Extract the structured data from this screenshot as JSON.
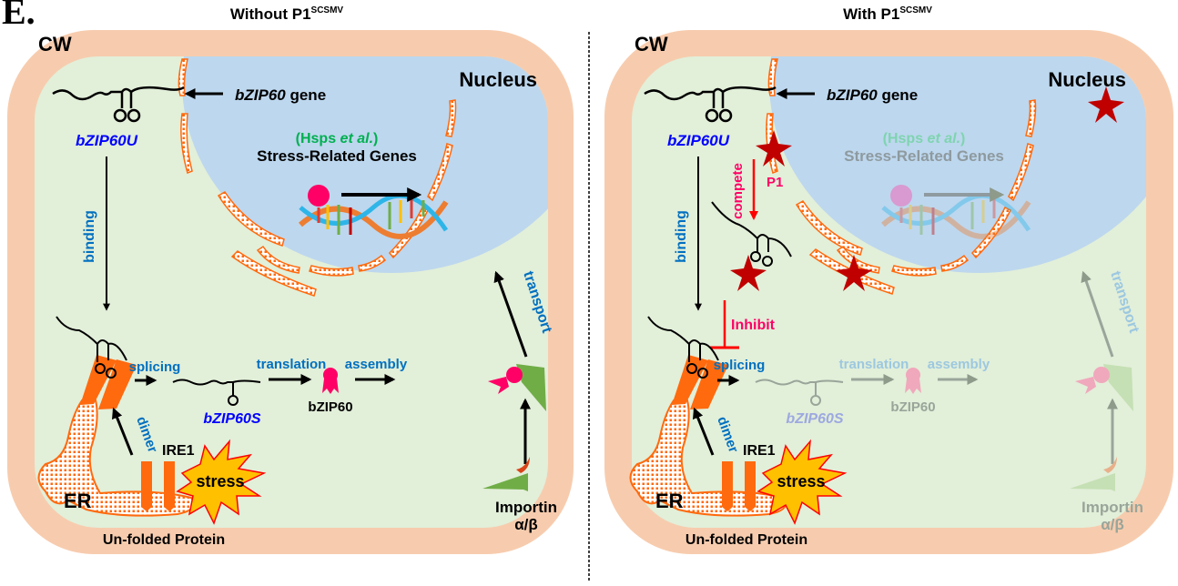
{
  "figure_label": "E.",
  "divider_style": "dashed",
  "colors": {
    "cell_wall": "#f7ccae",
    "cytoplasm": "#e2efd9",
    "nucleus": "#bdd7ee",
    "er_orange": "#ff6a0e",
    "protein_pink": "#ff0066",
    "p1_star": "#c00000",
    "label_blue": "#0070c0",
    "gene_blue": "#0000ff",
    "hsps_green": "#00b050",
    "inhibit_red": "#ff0000",
    "compete_pink": "#ff0066",
    "importin_green": "#70ad47",
    "stress_yellow": "#ffc000"
  },
  "panels": [
    {
      "title_main": "Without P1",
      "title_sup": "SCSMV",
      "cw_label": "CW",
      "nucleus_label": "Nucleus",
      "gene_label_italic": "bZIP60",
      "gene_label_rest": " gene",
      "unspliced_label": "bZIP60U",
      "hsps_open": "(Hsps ",
      "hsps_italic": "et al.",
      "hsps_close": ")",
      "stress_genes_label": "Stress-Related Genes",
      "binding_label": "binding",
      "splicing_label": "splicing",
      "spliced_label": "bZIP60S",
      "translation_label": "translation",
      "protein_label": "bZIP60",
      "assembly_label": "assembly",
      "transport_label": "transport",
      "dimer_label": "dimer",
      "ire1_label": "IRE1",
      "stress_label": "stress",
      "er_label": "ER",
      "unfolded_label": "Un-folded Protein",
      "importin_label": "Importin",
      "importin_sub": "α/β",
      "faded_downstream": false
    },
    {
      "title_main": "With P1",
      "title_sup": "SCSMV",
      "cw_label": "CW",
      "nucleus_label": "Nucleus",
      "gene_label_italic": "bZIP60",
      "gene_label_rest": " gene",
      "unspliced_label": "bZIP60U",
      "hsps_open": "(Hsps ",
      "hsps_italic": "et al.",
      "hsps_close": ")",
      "stress_genes_label": "Stress-Related Genes",
      "binding_label": "binding",
      "compete_label": "compete",
      "p1_label": "P1",
      "inhibit_label": "Inhibit",
      "splicing_label": "splicing",
      "spliced_label": "bZIP60S",
      "translation_label": "translation",
      "protein_label": "bZIP60",
      "assembly_label": "assembly",
      "transport_label": "transport",
      "dimer_label": "dimer",
      "ire1_label": "IRE1",
      "stress_label": "stress",
      "er_label": "ER",
      "unfolded_label": "Un-folded Protein",
      "importin_label": "Importin",
      "importin_sub": "α/β",
      "faded_downstream": true
    }
  ]
}
